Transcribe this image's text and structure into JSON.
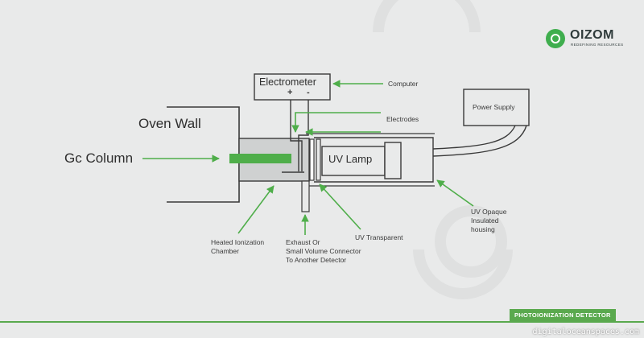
{
  "brand": {
    "name": "OIZOM",
    "tagline": "REDEFINING RESOURCES",
    "accent_color": "#5aa94e"
  },
  "footer": {
    "tag": "PHOTOIONIZATION DETECTOR",
    "watermark": "digitaloceanspaces.com"
  },
  "diagram": {
    "electrometer": "Electrometer",
    "plus": "+",
    "minus": "-",
    "uv_lamp": "UV Lamp",
    "power_supply": "Power Supply",
    "oven_wall": "Oven Wall",
    "gc_column": "Gc Column",
    "computer": "Computer",
    "electrodes": "Electrodes",
    "heated_chamber_1": "Heated Ionization",
    "heated_chamber_2": "Chamber",
    "exhaust_1": "Exhaust Or",
    "exhaust_2": "Small Volume Connector",
    "exhaust_3": "To Another Detector",
    "uv_transparent": "UV Transparent",
    "opaque_1": "UV Opaque",
    "opaque_2": "Insulated",
    "opaque_3": "housing"
  }
}
